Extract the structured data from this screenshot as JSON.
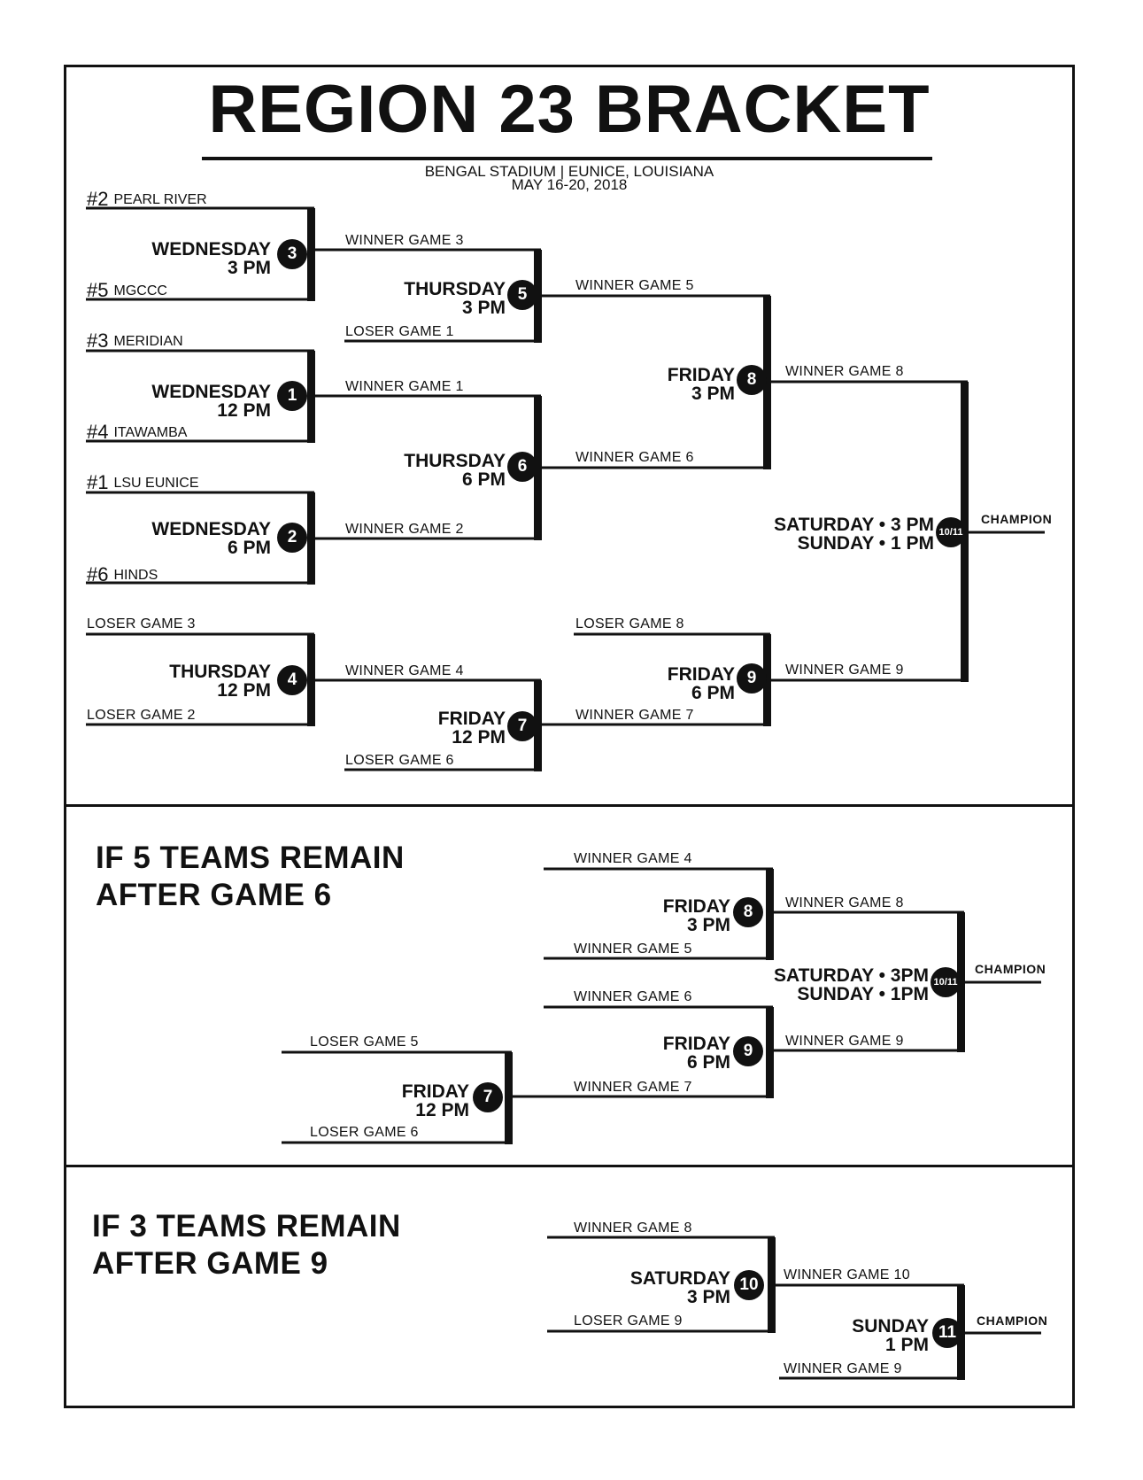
{
  "title": "REGION 23 BRACKET",
  "venue": "BENGAL STADIUM | EUNICE, LOUISIANA",
  "dates": "MAY 16-20, 2018",
  "champion_label": "CHAMPION",
  "teams": [
    {
      "seed": "#2",
      "name": "PEARL RIVER"
    },
    {
      "seed": "#5",
      "name": "MGCCC"
    },
    {
      "seed": "#3",
      "name": "MERIDIAN"
    },
    {
      "seed": "#4",
      "name": "ITAWAMBA"
    },
    {
      "seed": "#1",
      "name": "LSU EUNICE"
    },
    {
      "seed": "#6",
      "name": "HINDS"
    }
  ],
  "main_labels": {
    "lg3": "LOSER GAME 3",
    "lg2": "LOSER GAME 2",
    "wg3": "WINNER GAME 3",
    "lg1": "LOSER GAME 1",
    "wg1": "WINNER GAME 1",
    "wg2": "WINNER GAME 2",
    "wg4": "WINNER GAME 4",
    "lg6": "LOSER GAME 6",
    "wg5": "WINNER GAME 5",
    "wg6": "WINNER GAME 6",
    "lg8": "LOSER GAME 8",
    "wg7": "WINNER GAME 7",
    "wg8": "WINNER GAME 8",
    "wg9": "WINNER GAME 9"
  },
  "main_games": {
    "g3": {
      "day": "WEDNESDAY",
      "time": "3 PM",
      "num": "3"
    },
    "g1": {
      "day": "WEDNESDAY",
      "time": "12 PM",
      "num": "1"
    },
    "g2": {
      "day": "WEDNESDAY",
      "time": "6 PM",
      "num": "2"
    },
    "g4": {
      "day": "THURSDAY",
      "time": "12 PM",
      "num": "4"
    },
    "g5": {
      "day": "THURSDAY",
      "time": "3 PM",
      "num": "5"
    },
    "g6": {
      "day": "THURSDAY",
      "time": "6 PM",
      "num": "6"
    },
    "g7": {
      "day": "FRIDAY",
      "time": "12 PM",
      "num": "7"
    },
    "g8": {
      "day": "FRIDAY",
      "time": "3 PM",
      "num": "8"
    },
    "g9": {
      "day": "FRIDAY",
      "time": "6 PM",
      "num": "9"
    },
    "g10": {
      "day": "SATURDAY • 3 PM",
      "time": "SUNDAY • 1 PM",
      "num": "10/11"
    }
  },
  "section2": {
    "heading_1": "IF 5 TEAMS REMAIN",
    "heading_2": "AFTER GAME 6",
    "labels": {
      "wg4": "WINNER GAME 4",
      "wg5": "WINNER GAME 5",
      "wg6": "WINNER GAME 6",
      "lg5": "LOSER GAME 5",
      "lg6": "LOSER GAME 6",
      "wg7": "WINNER GAME 7",
      "wg8": "WINNER GAME 8",
      "wg9": "WINNER GAME 9"
    },
    "games": {
      "g8": {
        "day": "FRIDAY",
        "time": "3 PM",
        "num": "8"
      },
      "g9": {
        "day": "FRIDAY",
        "time": "6 PM",
        "num": "9"
      },
      "g7": {
        "day": "FRIDAY",
        "time": "12 PM",
        "num": "7"
      },
      "g10": {
        "day": "SATURDAY • 3PM",
        "time": "SUNDAY • 1PM",
        "num": "10/11"
      }
    }
  },
  "section3": {
    "heading_1": "IF 3 TEAMS REMAIN",
    "heading_2": "AFTER GAME 9",
    "labels": {
      "wg8": "WINNER GAME 8",
      "lg9": "LOSER GAME 9",
      "wg10": "WINNER GAME 10",
      "wg9": "WINNER GAME 9"
    },
    "games": {
      "g10": {
        "day": "SATURDAY",
        "time": "3 PM",
        "num": "10"
      },
      "g11": {
        "day": "SUNDAY",
        "time": "1 PM",
        "num": "11"
      }
    }
  }
}
